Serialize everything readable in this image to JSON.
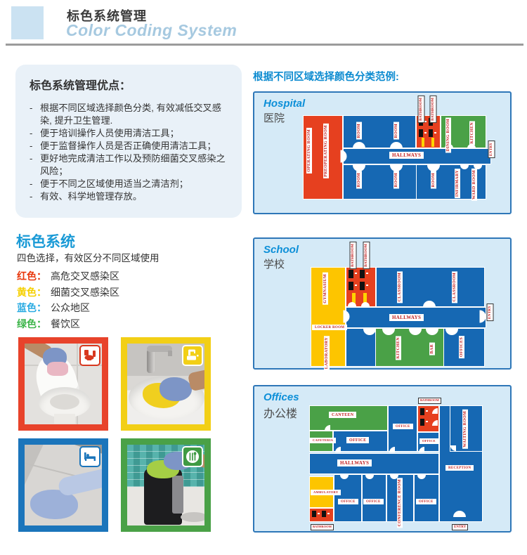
{
  "header": {
    "title_zh": "标色系统管理",
    "title_en": "Color Coding System"
  },
  "advantages": {
    "title": "标色系统管理优点：",
    "items": [
      "根据不同区域选择颜色分类, 有效减低交叉感染, 提升卫生管理.",
      "便于培训操作人员使用清洁工具；",
      "便于监督操作人员是否正确使用清洁工具；",
      "更好地完成清洁工作以及预防细菌交叉感染之风险；",
      "便于不同之区域使用适当之清洁剂；",
      "有效、科学地管理存放。"
    ]
  },
  "color_system": {
    "title": "标色系统",
    "subtitle": "四色选择，有效区分不同区域使用",
    "legend": [
      {
        "name": "红色：",
        "desc": "高危交叉感染区",
        "color": "#e8380d"
      },
      {
        "name": "黄色：",
        "desc": "细菌交叉感染区",
        "color": "#f5d000"
      },
      {
        "name": "蓝色：",
        "desc": "公众地区",
        "color": "#2aabe2"
      },
      {
        "name": "绿色：",
        "desc": "餐饮区",
        "color": "#3db54a"
      }
    ]
  },
  "photos": [
    {
      "icon": "toilet-icon",
      "border_color": "#e8432b"
    },
    {
      "icon": "sink-icon",
      "border_color": "#f2cf16"
    },
    {
      "icon": "bed-icon",
      "border_color": "#1b75bb"
    },
    {
      "icon": "food-service-icon",
      "border_color": "#4aa147"
    }
  ],
  "examples": {
    "title": "根据不同区域选择颜色分类范例:",
    "hospital": {
      "name_en": "Hospital",
      "name_zh": "医院",
      "labels": {
        "operating": "OPERATING ROOM",
        "preoperating": "PREOPERATING ROOM",
        "room": "ROOM",
        "hallways": "HALLWAYS",
        "bathroom": "BATHROOM",
        "dining_room": "DINING ROOM",
        "kitchen": "KITCHEN",
        "infirmary": "INFIRMARY",
        "ward_room": "WARD ROOM",
        "entry": "ENTRY"
      }
    },
    "school": {
      "name_en": "School",
      "name_zh": "学校",
      "labels": {
        "gymnasium": "GYMNASIUM",
        "locker_room": "LOCKER ROOM",
        "laboratory": "LABORATORY",
        "bathroom": "BATHROOM",
        "classroom": "CLASSROOM",
        "hallways": "HALLWAYS",
        "kitchen": "KITCHEN",
        "bar": "BAR",
        "offices": "OFFICES",
        "entry": "ENTRY"
      }
    },
    "offices": {
      "name_en": "Offices",
      "name_zh": "办公楼",
      "labels": {
        "canteen": "CANTEEN",
        "cafeteria": "CAFETERIA",
        "office": "OFFICE",
        "bathroom": "BATHROOM",
        "waiting_room": "WAITING ROOM",
        "hallways": "HALLWAYS",
        "reception": "RECEPTION",
        "ambulatory": "AMBULATORY",
        "conference_room": "CONFERENCE ROOM",
        "entry": "ENTRY"
      }
    }
  },
  "palette": {
    "map_red": "#e6401f",
    "map_blue": "#1668b3",
    "map_green": "#4aa147",
    "map_yellow": "#fdc500",
    "map_background": "#d5eaf7",
    "accent_blue": "#0c8bd0"
  }
}
